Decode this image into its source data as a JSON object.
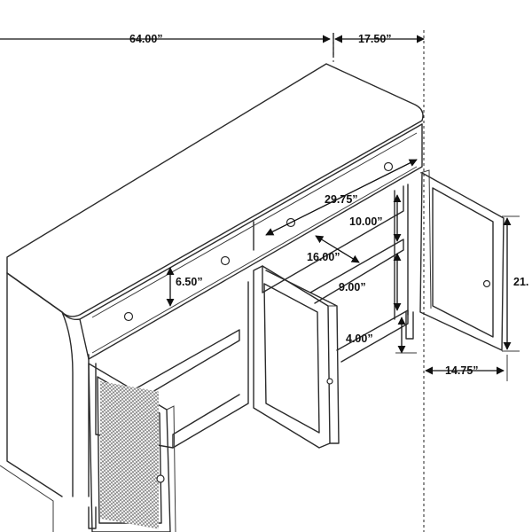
{
  "dimensions": {
    "width": "64.00”",
    "depth": "17.50”",
    "drawer_width": "29.75”",
    "upper_shelf_height": "10.00”",
    "shelf_depth": "16.00”",
    "drawer_height": "6.50”",
    "lower_shelf_height": "9.00”",
    "leg_height": "4.00”",
    "door_height": "21.",
    "door_width": "14.75”"
  },
  "colors": {
    "line": "#2b2b2b",
    "dimension": "#111111",
    "background": "#ffffff"
  }
}
